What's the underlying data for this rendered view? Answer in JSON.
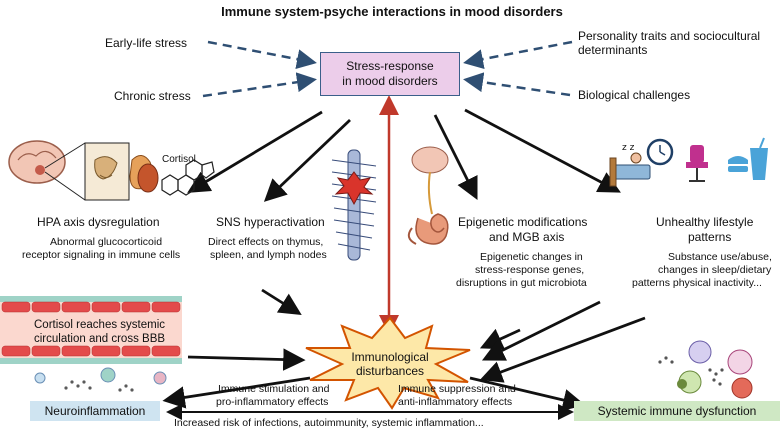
{
  "title": "Immune system-psyche interactions in mood disorders",
  "inputs": {
    "early_life_stress": "Early-life stress",
    "chronic_stress": "Chronic stress",
    "personality_line1": "Personality traits and sociocultural",
    "personality_line2": "determinants",
    "biological_challenges": "Biological challenges"
  },
  "center_box": {
    "line1": "Stress-response",
    "line2": "in mood disorders"
  },
  "pathways": {
    "hpa": {
      "icon_label": "Cortisol",
      "title": "HPA axis dysregulation",
      "desc_line1": "Abnormal glucocorticoid",
      "desc_line2": "receptor signaling in immune cells"
    },
    "sns": {
      "title": "SNS hyperactivation",
      "desc_line1": "Direct effects on thymus,",
      "desc_line2": "spleen, and lymph nodes"
    },
    "epigenetic": {
      "title_line1": "Epigenetic modifications",
      "title_line2": "and MGB axis",
      "desc_line1": "Epigenetic changes in",
      "desc_line2": "stress-response genes,",
      "desc_line3": "disruptions in gut microbiota"
    },
    "lifestyle": {
      "title_line1": "Unhealthy lifestyle",
      "title_line2": "patterns",
      "desc_line1": "Substance use/abuse,",
      "desc_line2": "changes in sleep/dietary",
      "desc_line3": "patterns physical inactivity..."
    }
  },
  "vessel_text": {
    "line1": "Cortisol reaches systemic",
    "line2": "circulation and cross BBB"
  },
  "starburst": {
    "line1": "Immunological",
    "line2": "disturbances"
  },
  "effects": {
    "stimulation_line1": "Immune stimulation and",
    "stimulation_line2": "pro-inflammatory effects",
    "suppression_line1": "Immune suppression and",
    "suppression_line2": "anti-inflammatory effects"
  },
  "outcomes": {
    "neuroinflammation": "Neuroinflammation",
    "systemic": "Systemic immune dysfunction",
    "bottom": "Increased risk of infections, autoimmunity, systemic inflammation..."
  },
  "colors": {
    "arrow_dashed": "#2f4f73",
    "center_fill": "#eccdea",
    "center_border": "#3a5f8a",
    "red_arrow": "#c0392b",
    "starburst_fill": "#fde8a8",
    "starburst_stroke": "#d35400",
    "neuro_fill": "#cfe4f1",
    "systemic_fill": "#cfe8c4"
  }
}
